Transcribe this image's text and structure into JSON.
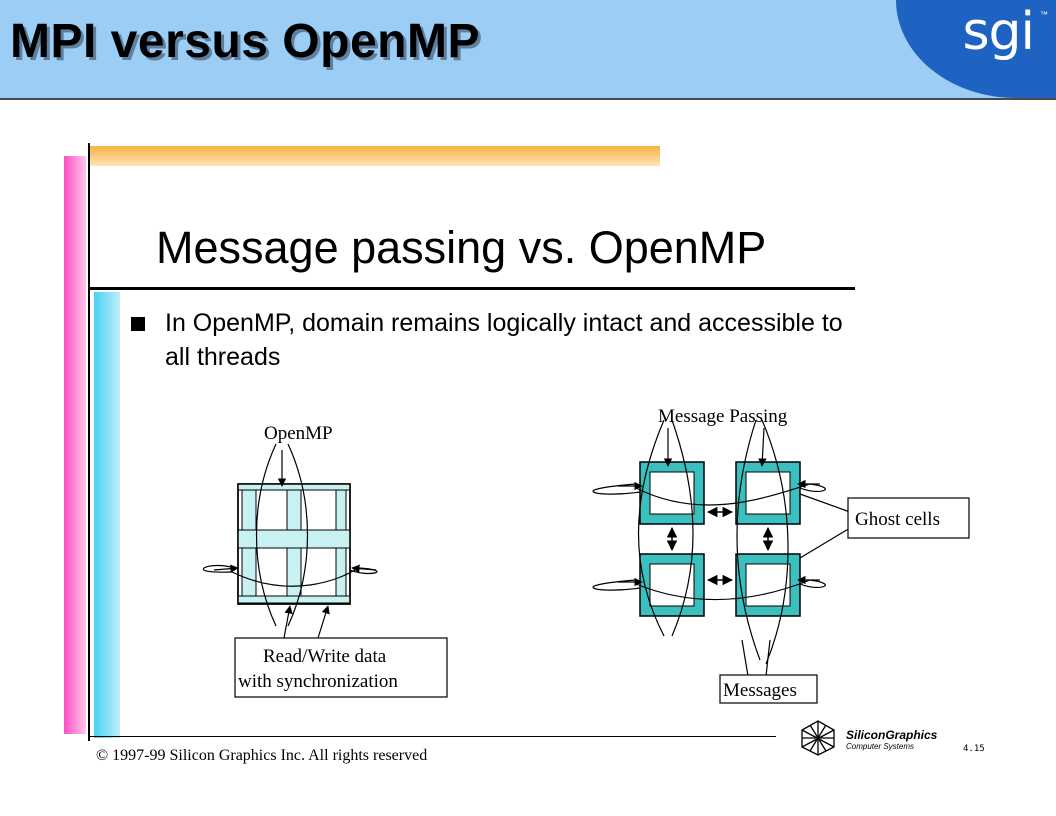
{
  "header": {
    "title": "MPI versus OpenMP",
    "logo": "sgi"
  },
  "slide": {
    "title": "Message passing vs. OpenMP",
    "bullet": "In OpenMP, domain remains logically intact and accessible to all threads"
  },
  "diagram": {
    "openmp_label": "OpenMP",
    "openmp_caption_line1": "Read/Write data",
    "openmp_caption_line2": "with synchronization",
    "mp_label": "Message Passing",
    "ghost_label": "Ghost cells",
    "messages_label": "Messages"
  },
  "footer": {
    "copyright": "© 1997-99 Silicon Graphics Inc. All rights reserved",
    "company": "SiliconGraphics",
    "company_sub": "Computer Systems",
    "slide_number": "4.15"
  },
  "colors": {
    "header_bg": "#9ccdf5",
    "logo_bg": "#1f63c2",
    "teal": "#3cbfbf",
    "light_cyan": "#c8f2f2",
    "pink": "#ff4fc4",
    "orange": "#f7b244",
    "cyan": "#4ad0f4"
  }
}
